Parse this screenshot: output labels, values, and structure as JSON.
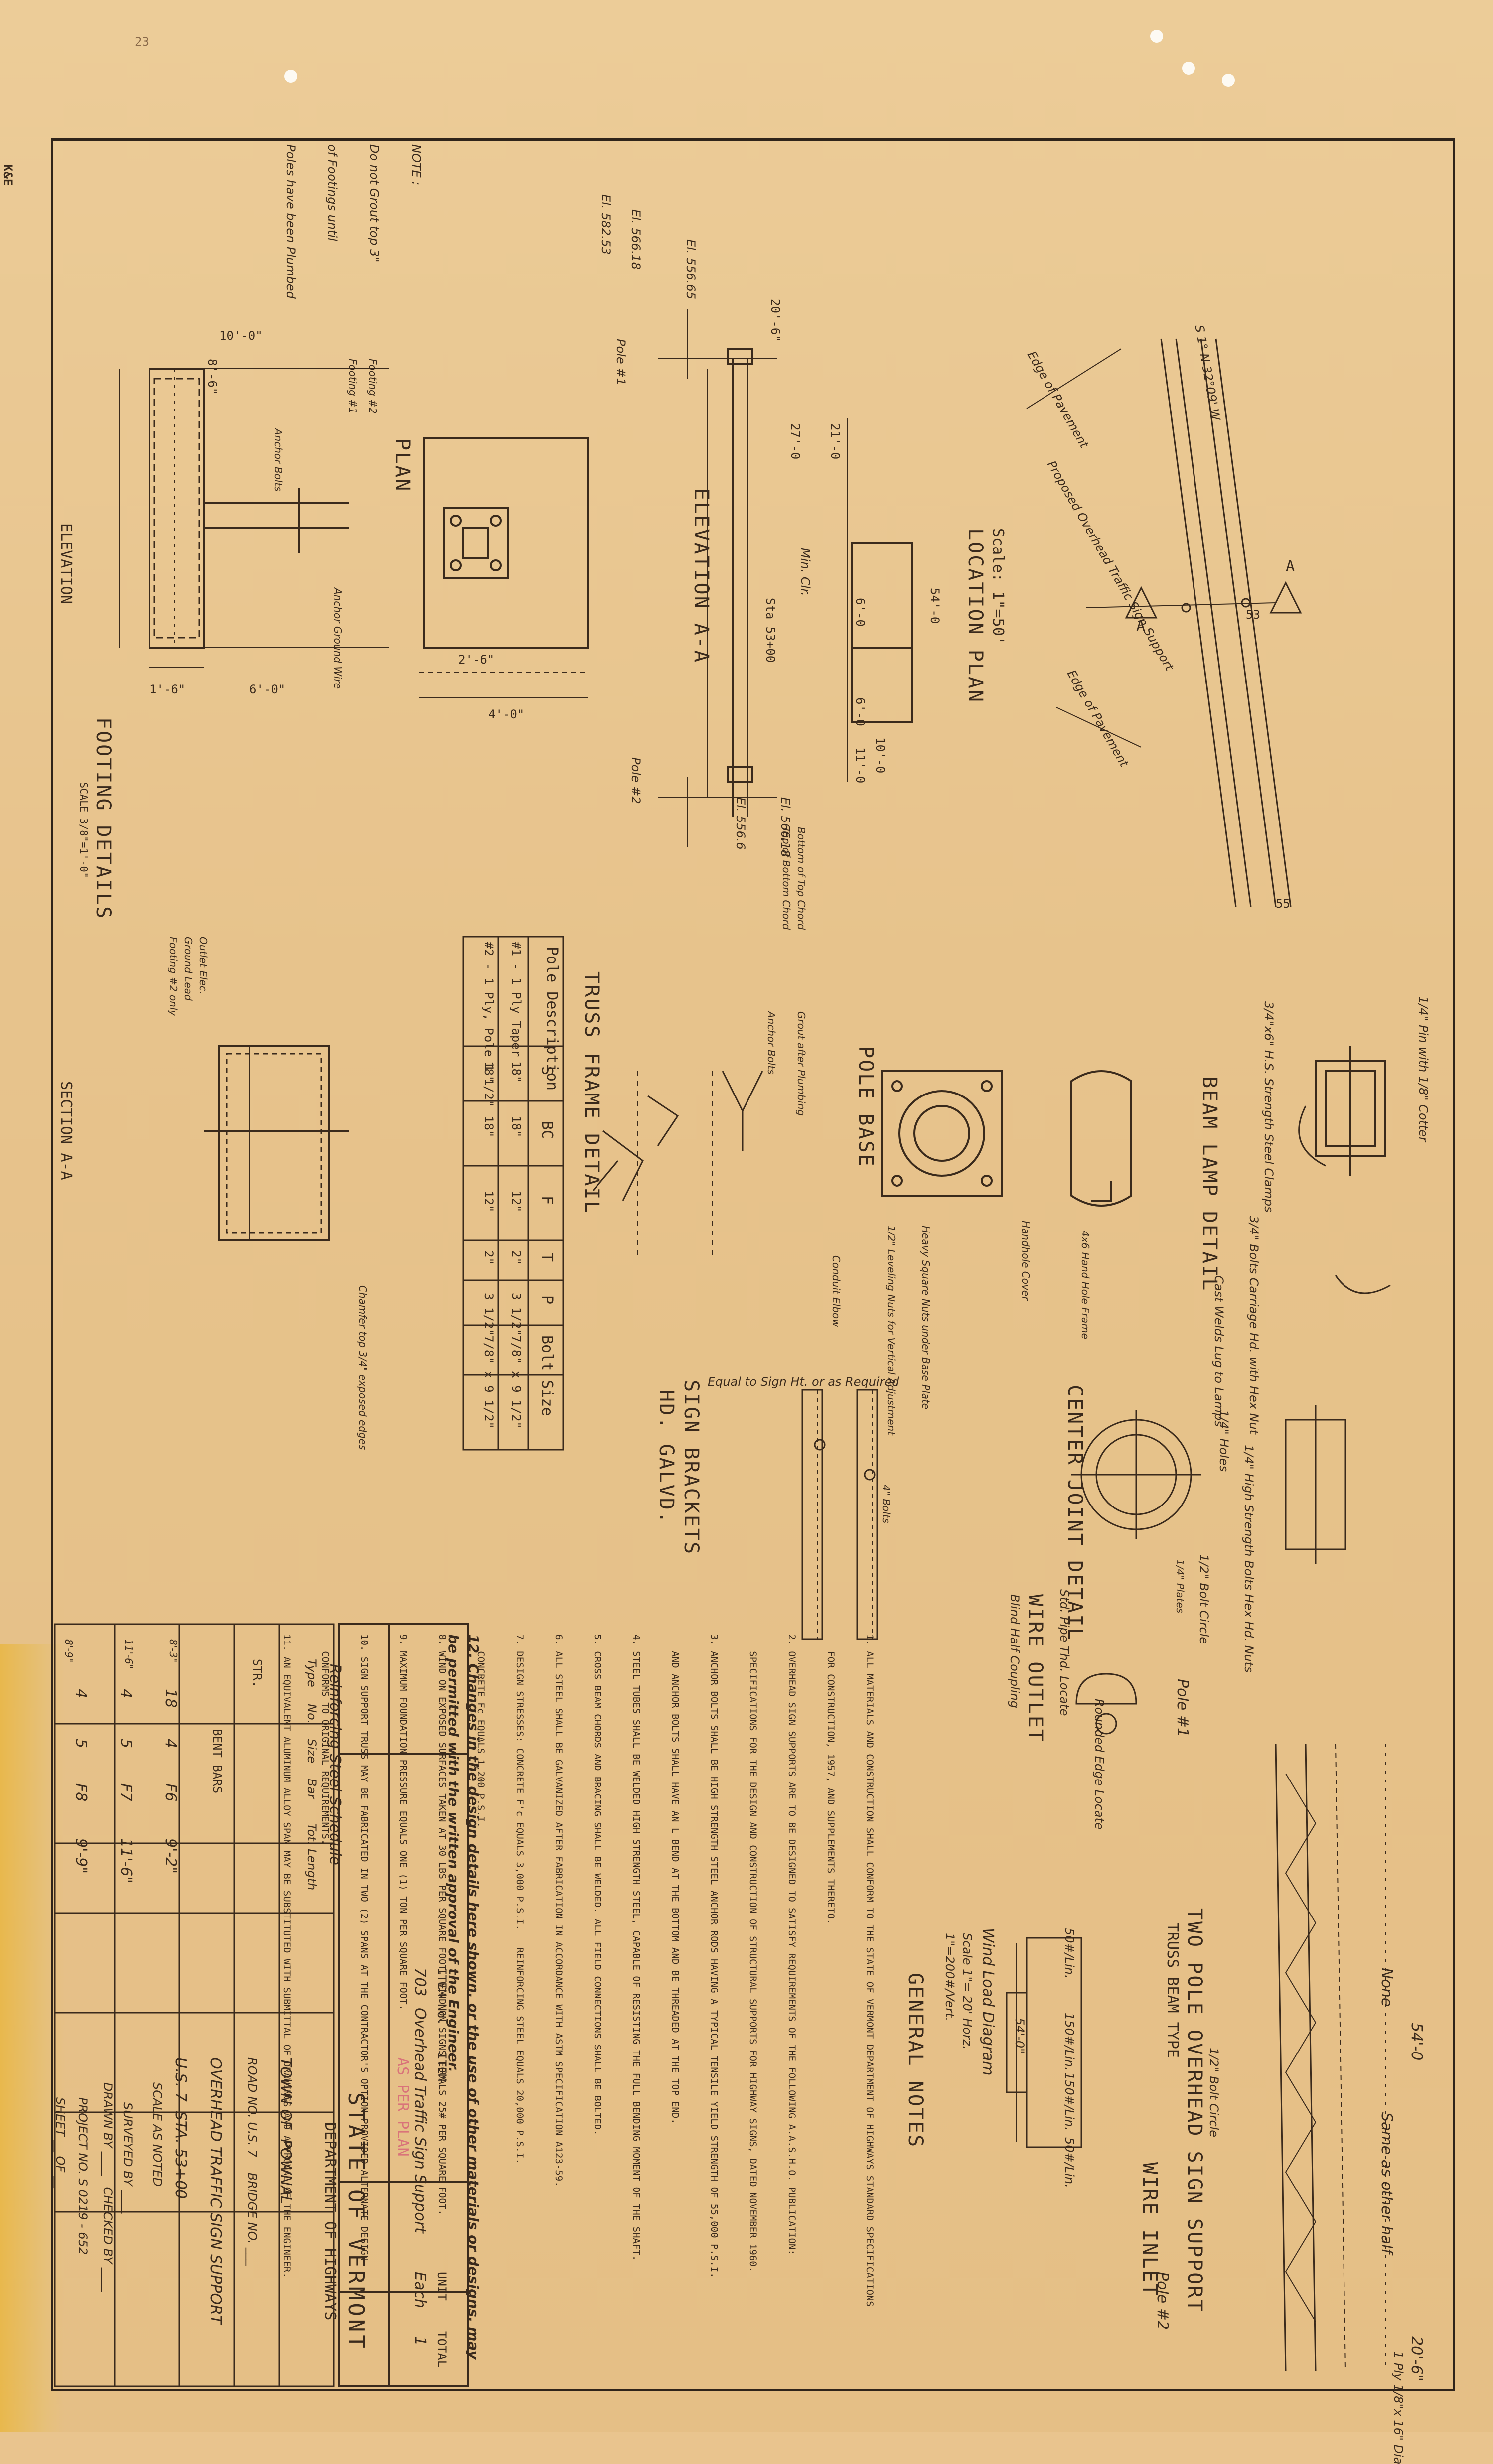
{
  "stamp": "K&E",
  "page_mark": "23",
  "footing_note": {
    "lines": [
      "NOTE :",
      "Do not Grout top 3\"",
      "of Footings until",
      "Poles have been Plumbed"
    ]
  },
  "footing_details": {
    "title": "FOOTING DETAILS",
    "scale": "SCALE 3/8\"=1'-0\"",
    "plan_label": "PLAN",
    "elevation_label": "ELEVATION",
    "section_label": "SECTION A-A",
    "dims": [
      "10'-0\"",
      "8'-6\"",
      "6'-0\"",
      "1'-6\"",
      "4'-0\"",
      "2'-6\""
    ],
    "callouts": [
      "Footing #2",
      "Footing #1",
      "Anchor Bolts",
      "Anchor Ground Wire",
      "Chamfer top 3/4\" exposed edges",
      "Outlet Elec.",
      "Ground Lead",
      "Footing #2 only"
    ]
  },
  "location_plan": {
    "title": "LOCATION PLAN",
    "scale": "Scale: 1\"=50'",
    "dims": [
      "54'-0",
      "20'-6\"",
      "27'-0",
      "21'-0",
      "11'-0",
      "10'-0",
      "6'-0",
      "6'-0"
    ],
    "labels": [
      "Sta 53+00",
      "ELEVATION A-A",
      "El. 582.53",
      "El. 566.18",
      "El. 556.65",
      "El. 566.18",
      "El. 556.6",
      "Pole #1",
      "Pole #2",
      "Min. Clr.",
      "Bottom of Top Chord",
      "Top of Bottom Chord"
    ],
    "road_labels": [
      "S 1° N 32°09' W",
      "Edge of Pavement",
      "Proposed Overhead Traffic Sign Support",
      "Edge of Pavement",
      "55",
      "53",
      "A",
      "A"
    ]
  },
  "beam_lamp": {
    "title": "BEAM LAMP DETAIL",
    "callouts": [
      "1/4\" Pin with 1/8\" Cotter",
      "Cast Welds Lug to Lamps",
      "3/4\"x6\" H.S. Strength Steel Clamps",
      "3/4\" Bolts Carriage Hd. with Hex Nut"
    ]
  },
  "pole_base": {
    "title": "POLE BASE",
    "callouts": [
      "Handhole Cover",
      "4x6 Hand Hole Frame",
      "Conduit Elbow",
      "Grout after Plumbing",
      "Anchor Bolts",
      "1/2\" Leveling Nuts for Vertical Adjustment",
      "Heavy Square Nuts under Base Plate"
    ]
  },
  "truss_frame": {
    "title": "TRUSS FRAME DETAIL",
    "columns": [
      "Pole Description",
      "S",
      "BC",
      "F",
      "T",
      "P",
      "Bolt Size"
    ],
    "rows": [
      [
        "#1 - 1 Ply Taper",
        "18\"",
        "18\"",
        "12\"",
        "2\"",
        "3 1/2\"",
        "7/8\" x 9 1/2\""
      ],
      [
        "#2 - 1 Ply, Pole 1 1/2\"",
        "18\"",
        "18\"",
        "12\"",
        "2\"",
        "3 1/2\"",
        "7/8\" x 9 1/2\""
      ]
    ]
  },
  "sign_brackets": {
    "title": "SIGN BRACKETS",
    "subtitle": "HD. GALVD.",
    "callouts": [
      "Equal to Sign Ht. or as Required",
      "4\" Bolts"
    ]
  },
  "center_joint": {
    "title": "CENTER JOINT DETAIL",
    "callouts": [
      "1/4\" High Strength Bolts Hex Hd. Nuts",
      "1/2\" Bolt Circle",
      "1/4\" Holes",
      "1/4\" Plates"
    ]
  },
  "wire_outlet": {
    "title": "WIRE OUTLET",
    "callouts": [
      "Blind Half Coupling",
      "Std. Pipe Thd. Locate",
      "Rounded Edge Locate"
    ]
  },
  "wire_inlet": {
    "title": "WIRE INLET"
  },
  "two_pole": {
    "title": "TWO POLE OVERHEAD SIGN SUPPORT",
    "subtitle": "TRUSS BEAM TYPE",
    "callouts": [
      "54'-0",
      "None",
      "Same as other half",
      "20'-6\"",
      "1 Ply 1/8\"x 16\" Dia",
      "Pole #1",
      "Pole #2",
      "1/2\" Bolt Circle"
    ]
  },
  "wind_load": {
    "title": "Wind Load Diagram",
    "scale_h": "Scale 1\"= 20' Horz.",
    "scale_v": "1\"=200#/Vert.",
    "values": [
      "50#/Lin.",
      "150#/Lin.",
      "150#/Lin.",
      "50#/Lin.",
      "54'-0\""
    ]
  },
  "general_notes": {
    "title": "GENERAL NOTES",
    "items": [
      "1. ALL MATERIALS AND CONSTRUCTION SHALL CONFORM TO THE STATE OF VERMONT DEPARTMENT OF HIGHWAYS STANDARD SPECIFICATIONS",
      "   FOR CONSTRUCTION, 1957, AND SUPPLEMENTS THERETO.",
      "2. OVERHEAD SIGN SUPPORTS ARE TO BE DESIGNED TO SATISFY REQUIREMENTS OF THE FOLLOWING A.A.S.H.O. PUBLICATION:",
      "   SPECIFICATIONS FOR THE DESIGN AND CONSTRUCTION OF STRUCTURAL SUPPORTS FOR HIGHWAY SIGNS, DATED NOVEMBER 1960.",
      "3. ANCHOR BOLTS SHALL BE HIGH STRENGTH STEEL ANCHOR RODS HAVING A TYPICAL TENSILE YIELD STRENGTH OF 55,000 P.S.I.",
      "   AND ANCHOR BOLTS SHALL HAVE AN L BEND AT THE BOTTOM AND BE THREADED AT THE TOP END.",
      "4. STEEL TUBES SHALL BE WELDED HIGH STRENGTH STEEL, CAPABLE OF RESISTING THE FULL BENDING MOMENT OF THE SHAFT.",
      "5. CROSS BEAM CHORDS AND BRACING SHALL BE WELDED. ALL FIELD CONNECTIONS SHALL BE BOLTED.",
      "6. ALL STEEL SHALL BE GALVANIZED AFTER FABRICATION IN ACCORDANCE WITH ASTM SPECIFICATION A123-59.",
      "7. DESIGN STRESSES: CONCRETE F'c EQUALS 3,000 P.S.I.   REINFORCING STEEL EQUALS 20,000 P.S.I.",
      "   CONCRETE Fc EQUALS 1,200 P.S.I.",
      "8. WIND ON EXPOSED SURFACES TAKEN AT 30 LBS PER SQUARE FOOT. WIND ON SIGNS EQUALS 25# PER SQUARE FOOT.",
      "9. MAXIMUM FOUNDATION PRESSURE EQUALS ONE (1) TON PER SQUARE FOOT.",
      "10. SIGN SUPPORT TRUSS MAY BE FABRICATED IN TWO (2) SPANS AT THE CONTRACTOR'S OPTION PROVIDED ALTERNATE DESIGN",
      "   CONFORMS TO ORIGINAL REQUIREMENTS.",
      "11. AN EQUIVALENT ALUMINUM ALLOY SPAN MAY BE SUBSTITUTED WITH SUBMITTAL OF DRAWINGS AND APPROVAL OF THE ENGINEER."
    ],
    "handwritten": "12. Changes in the design details here shown, or the use of other materials or designs, may be permitted with the written approval of the Engineer."
  },
  "rebar_schedule": {
    "title": "Reinforcing Steel Schedule",
    "columns": [
      "Type",
      "No.",
      "Size",
      "Bar",
      "Tot. Length"
    ],
    "straight_label": "STR.",
    "bent_label": "BENT BARS",
    "rows": [
      [
        "18",
        "4",
        "F6",
        "9'-2\""
      ],
      [
        "4",
        "5",
        "F7",
        "11'-6\""
      ],
      [
        "4",
        "5",
        "F8",
        "9'-9\""
      ]
    ],
    "dims": [
      "8'-9\"",
      "11'-6\"",
      "8'-3\""
    ]
  },
  "item_table": {
    "columns": [
      "ITEM No.",
      "ITEM",
      "UNIT",
      "TOTAL"
    ],
    "row": [
      "703",
      "Overhead Traffic Sign Support",
      "Each",
      "1"
    ]
  },
  "title_block": {
    "as_per_plan": "AS PER PLAN",
    "state": "STATE OF VERMONT",
    "dept": "DEPARTMENT OF HIGHWAYS",
    "town": "TOWN OF  POWNAL",
    "road": "ROAD NO. U.S. 7    BRIDGE NO. ___",
    "subject": "OVERHEAD TRAFFIC SIGN SUPPORT",
    "location": "U.S. 7  STA. 53+00",
    "scale": "SCALE AS NOTED",
    "surveyed": "SURVEYED BY ____",
    "drawn": "DRAWN BY ____   CHECKED BY ____",
    "project": "PROJECT NO. S 0219 - 652",
    "sheet": "SHEET __ OF __"
  },
  "colors": {
    "paper": "#e8c48e",
    "ink": "#3a2a1c",
    "stamp_red": "#d9737a",
    "edge_yellow": "#e8b84c"
  }
}
